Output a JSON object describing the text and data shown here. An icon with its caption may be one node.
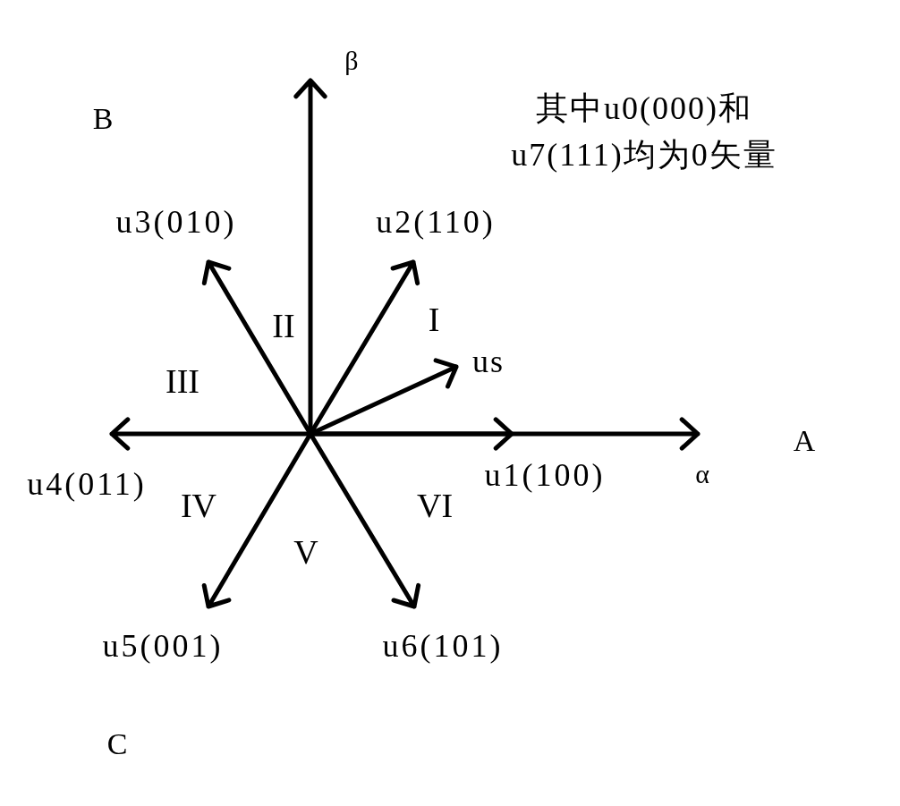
{
  "diagram": {
    "labels": [
      "β",
      "B",
      "其中u0(000)和u7(111)均为0矢量",
      "u3(010)",
      "u2(110)",
      "II",
      "I",
      "us",
      "III",
      "A",
      "u4(011)",
      "u1(100)",
      "α",
      "IV",
      "VI",
      "V",
      "u5(001)",
      "u6(101)",
      "C"
    ]
  }
}
